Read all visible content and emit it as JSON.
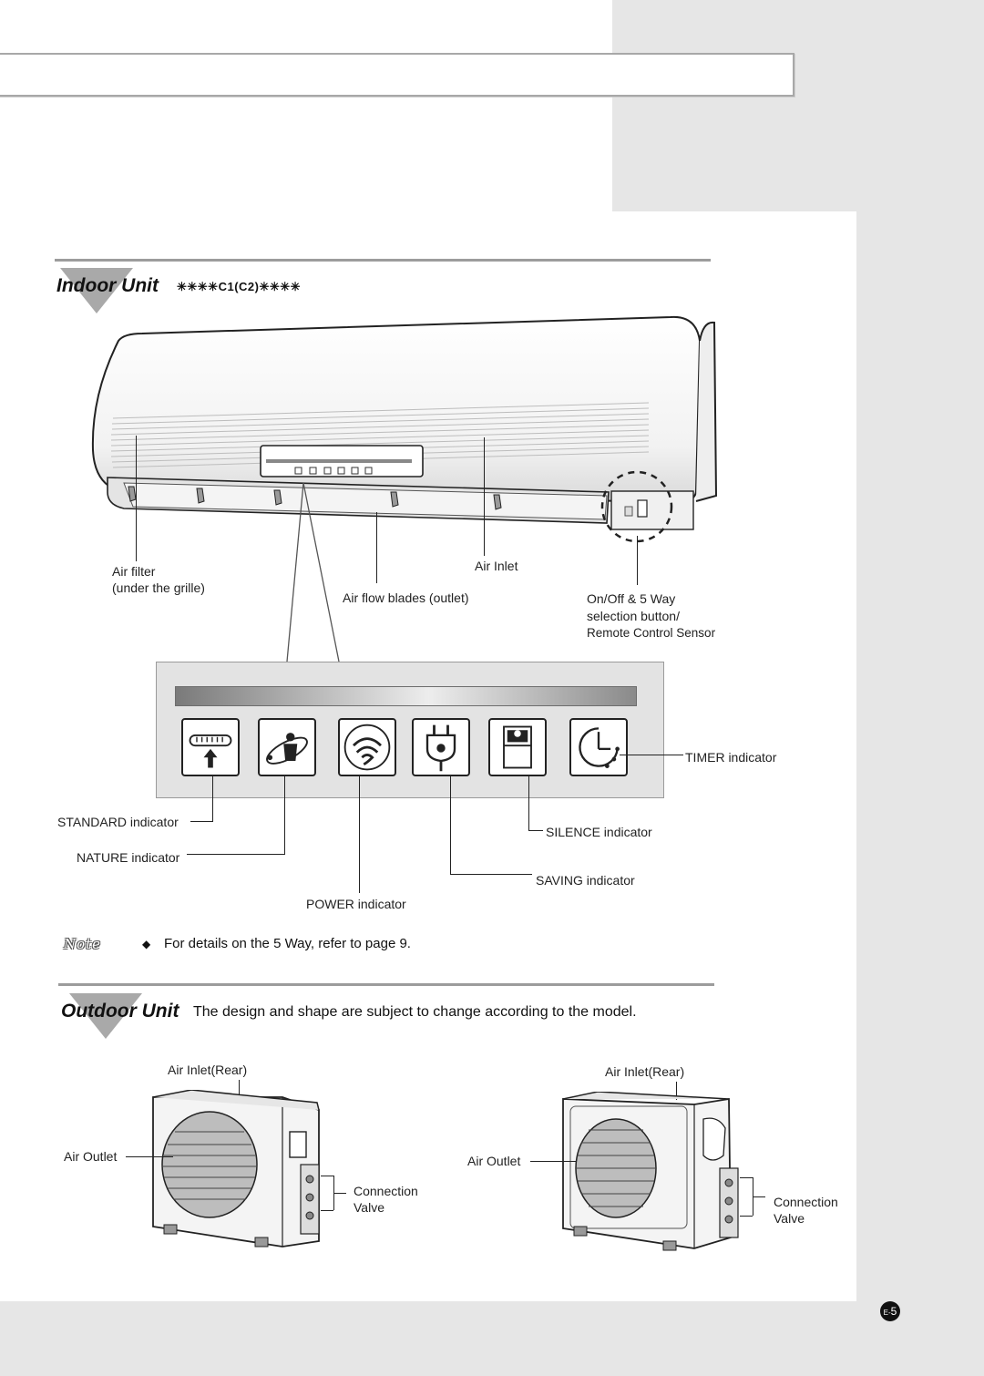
{
  "indoor": {
    "title": "Indoor Unit",
    "model": "✳✳✳✳C1(C2)✳✳✳✳",
    "labels": {
      "air_filter": "Air filter",
      "air_filter_sub": "(under the grille)",
      "air_inlet": "Air Inlet",
      "air_flow_blades": "Air flow blades (outlet)",
      "onoff_line1": "On/Off & 5 Way",
      "onoff_line2": "selection button/",
      "onoff_line3": "Remote Control Sensor"
    },
    "indicators": {
      "standard": "STANDARD indicator",
      "nature": "NATURE indicator",
      "power": "POWER indicator",
      "saving": "SAVING indicator",
      "silence": "SILENCE indicator",
      "timer": "TIMER indicator"
    }
  },
  "note": {
    "label": "Note",
    "bullet": "◆",
    "text": "For details on the 5 Way, refer to page 9."
  },
  "outdoor": {
    "title": "Outdoor Unit",
    "description": "The design and shape are subject to change according to the model.",
    "left": {
      "air_inlet_rear": "Air Inlet(Rear)",
      "air_outlet": "Air Outlet",
      "connection": "Connection",
      "valve": "Valve"
    },
    "right": {
      "air_inlet_rear": "Air Inlet(Rear)",
      "air_outlet": "Air Outlet",
      "connection": "Connection",
      "valve": "Valve"
    }
  },
  "page": {
    "prefix": "E-",
    "number": "5"
  }
}
